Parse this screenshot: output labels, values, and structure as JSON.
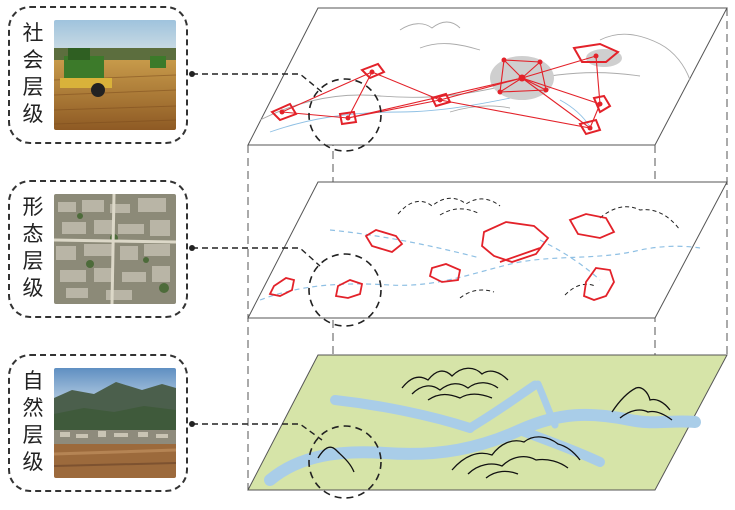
{
  "layers": [
    {
      "id": "social",
      "label_chars": [
        "社",
        "会",
        "层",
        "级"
      ],
      "photo": "harvest-field"
    },
    {
      "id": "form",
      "label_chars": [
        "形",
        "态",
        "层",
        "级"
      ],
      "photo": "aerial-village"
    },
    {
      "id": "natural",
      "label_chars": [
        "自",
        "然",
        "层",
        "级"
      ],
      "photo": "mountain-valley"
    }
  ],
  "colors": {
    "social_network": "#e3222a",
    "river": "#a9cde8",
    "natural_plane": "#d5e3a7",
    "settlement_outline": "#e3222a",
    "dashed_line": "#333333"
  }
}
